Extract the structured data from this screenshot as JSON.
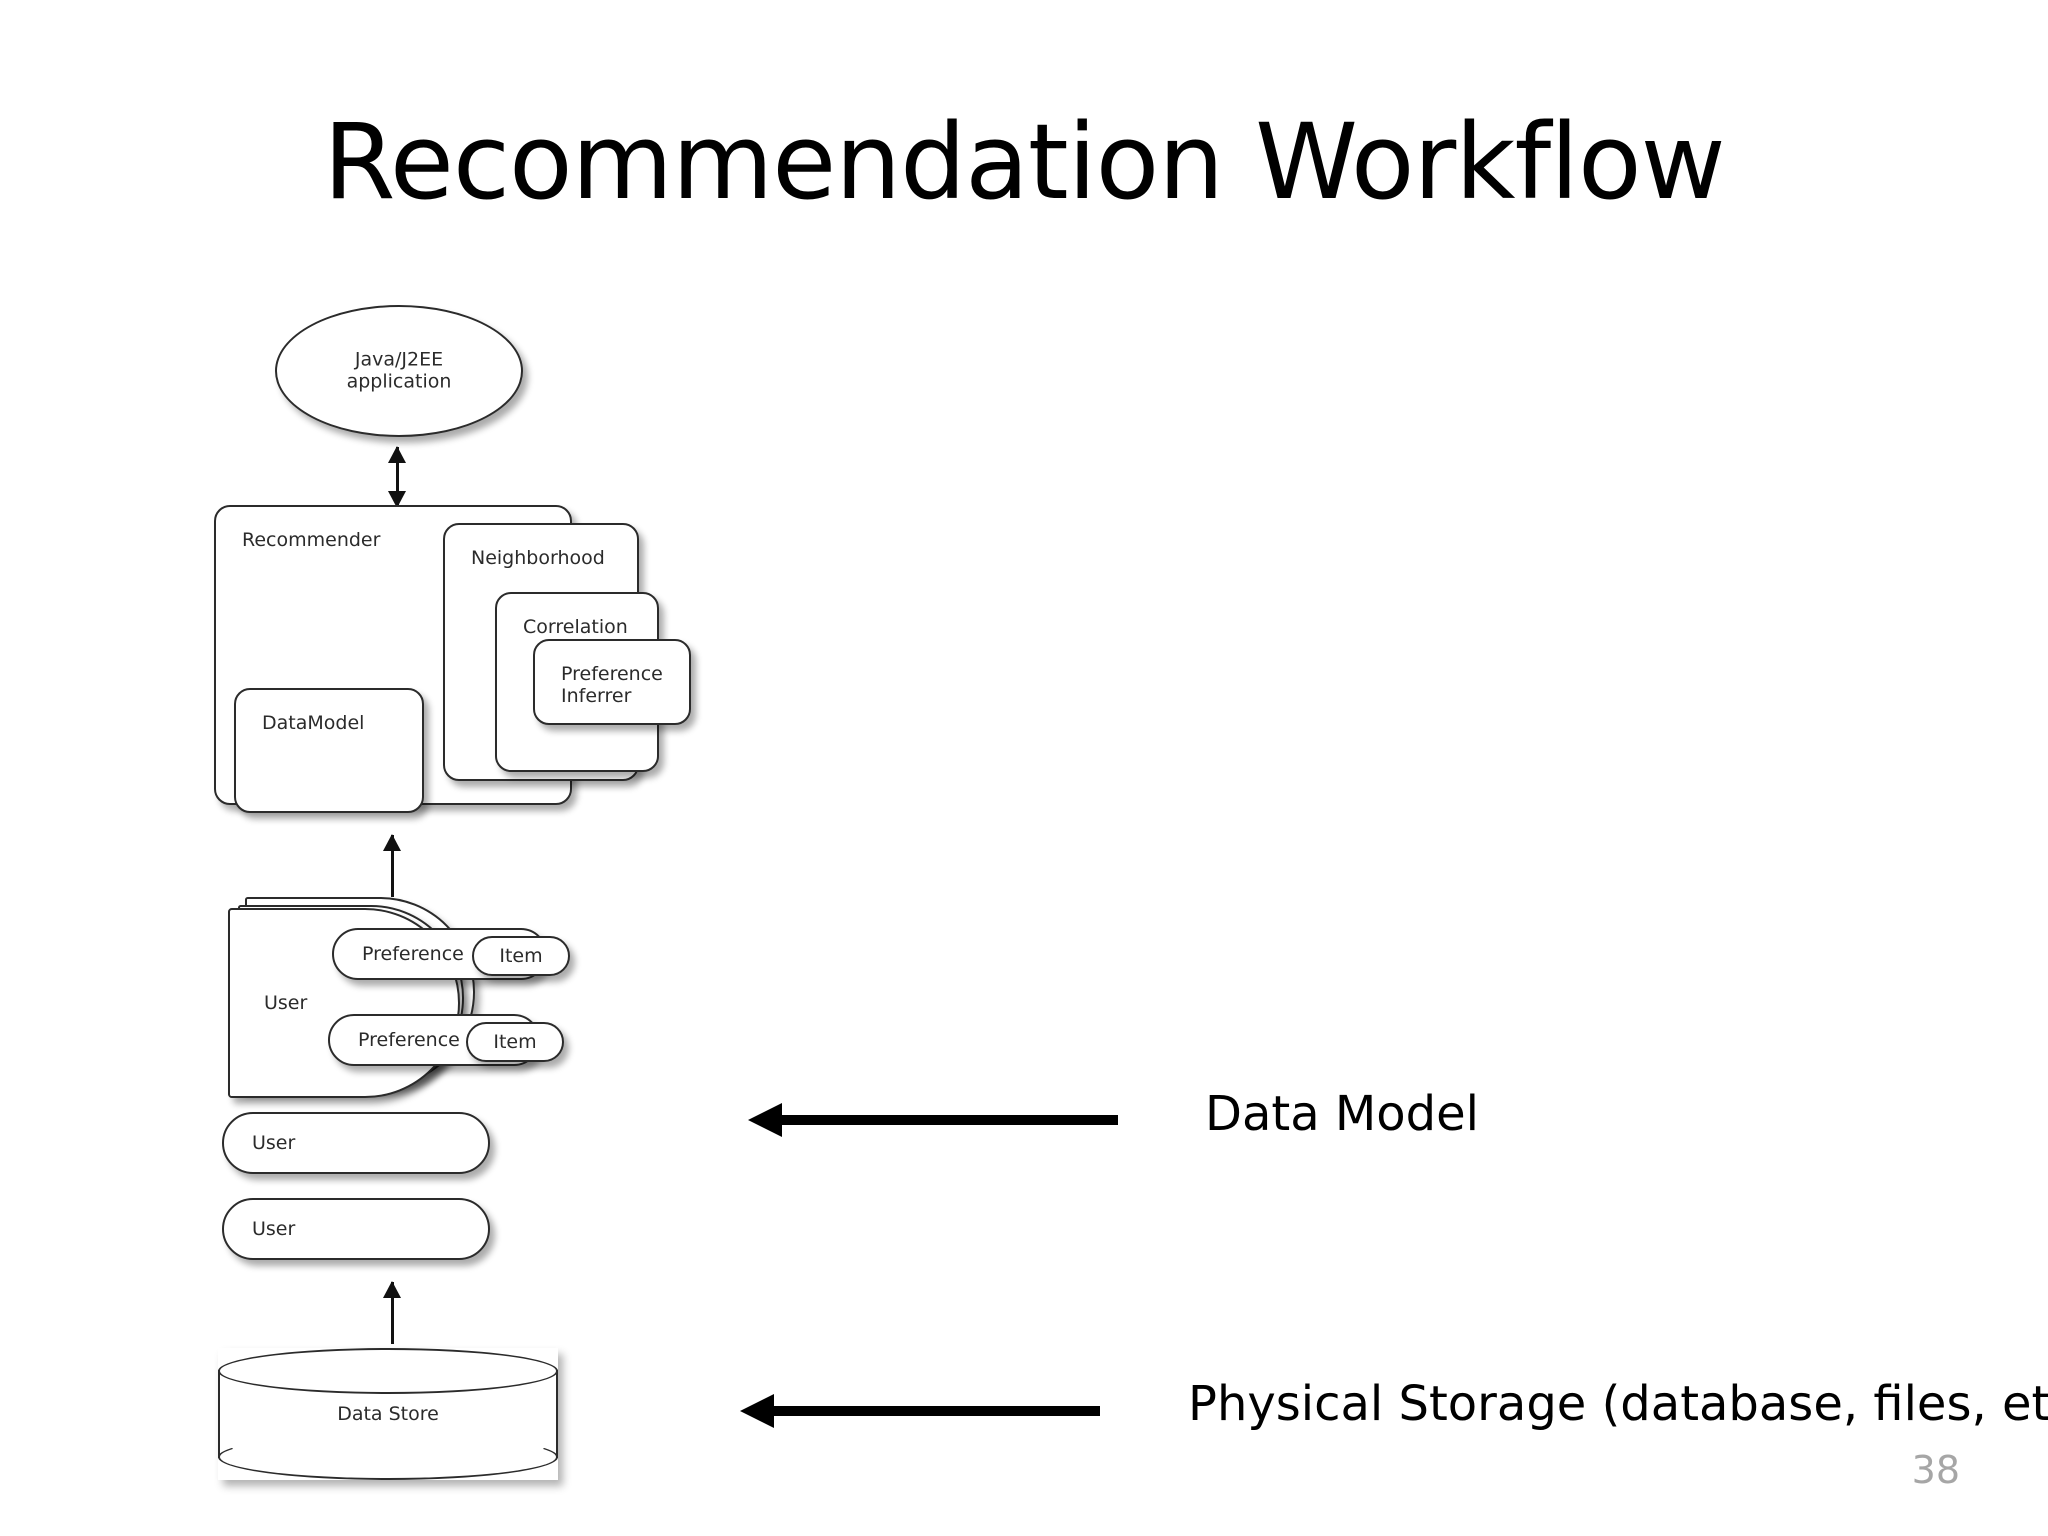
{
  "slide": {
    "title": "Recommendation Workflow",
    "page_number": "38"
  },
  "diagram": {
    "app_node": {
      "label": "Java/J2EE\napplication",
      "shape": "ellipse"
    },
    "recommender_stack": {
      "recommender": "Recommender",
      "neighborhood": "Neighborhood",
      "correlation": "Correlation",
      "preference_inferrer": "Preference\nInferrer",
      "datamodel": "DataModel"
    },
    "user_stack": {
      "user_main": "User",
      "preference_1": "Preference",
      "item_1": "Item",
      "preference_2": "Preference",
      "item_2": "Item",
      "user_2": "User",
      "user_3": "User"
    },
    "data_store": {
      "label": "Data Store",
      "shape": "cylinder"
    }
  },
  "callouts": [
    {
      "label": "Data Model"
    },
    {
      "label": "Physical Storage (database, files, etc.)"
    }
  ],
  "colors": {
    "stroke": "#2b2b2b",
    "arrow": "#000000",
    "page_number": "#a6a6a6",
    "background": "#ffffff"
  }
}
